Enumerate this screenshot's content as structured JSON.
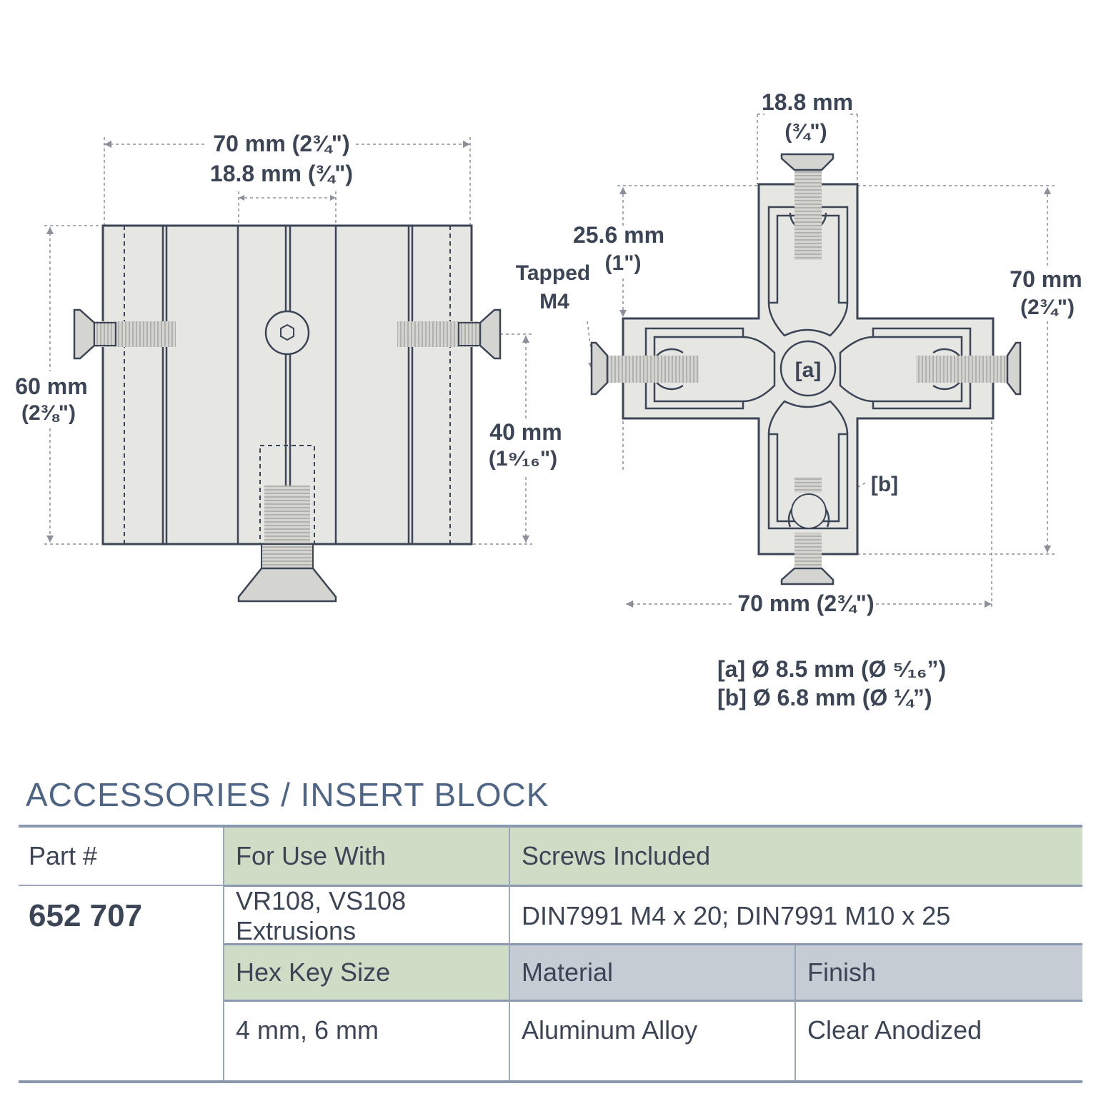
{
  "side_view": {
    "dim_overall_width": "70 mm (2¾\")",
    "dim_center_width": "18.8 mm  (¾\")",
    "dim_height_mm": "60 mm",
    "dim_height_in": "(2⅜\")",
    "dim_screw_height_mm": "40 mm",
    "dim_screw_height_in": "(1⁹⁄₁₆\")"
  },
  "front_view": {
    "dim_top_mm": "18.8 mm",
    "dim_top_in": "(¾\")",
    "dim_arm_mm": "25.6 mm",
    "dim_arm_in": "(1\")",
    "tapped_line1": "Tapped",
    "tapped_line2": "M4",
    "dim_right_mm": "70 mm",
    "dim_right_in": "(2¾\")",
    "dim_bottom": "70 mm (2¾\")",
    "label_a": "[a]",
    "label_b": "[b]",
    "note_a": "[a] Ø 8.5 mm (Ø ⁵⁄₁₆”)",
    "note_b": "[b] Ø 6.8 mm (Ø ¼”)"
  },
  "title": "ACCESSORIES / INSERT BLOCK",
  "spec": {
    "part_label": "Part #",
    "part_number": "652 707",
    "for_use_with_label": "For Use With",
    "for_use_with_value": "VR108, VS108 Extrusions",
    "screws_label": "Screws Included",
    "screws_value": "DIN7991 M4 x 20; DIN7991 M10 x 25",
    "hex_label": "Hex Key Size",
    "hex_value": "4 mm, 6 mm",
    "material_label": "Material",
    "material_value": "Aluminum Alloy",
    "finish_label": "Finish",
    "finish_value": "Clear Anodized"
  },
  "colors": {
    "text": "#3c4556",
    "title": "#4f6585",
    "header_green": "#cfdcc6",
    "header_blue": "#c6ccd4",
    "part_fill": "#e6e6e2"
  }
}
